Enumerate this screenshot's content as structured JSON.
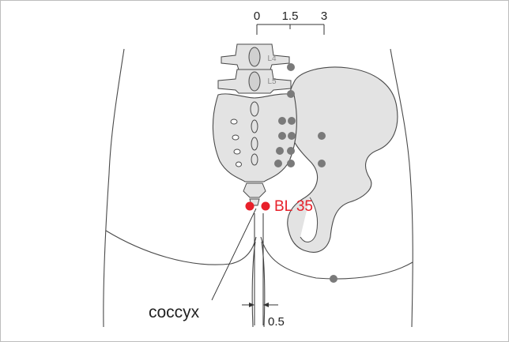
{
  "scale": {
    "labels": [
      "0",
      "1.5",
      "3"
    ]
  },
  "vertebrae": {
    "l4": "L4",
    "l5": "L5"
  },
  "point": {
    "label": "BL 35",
    "color": "#e8202a"
  },
  "annotations": {
    "coccyx": "coccyx",
    "offset": "0.5"
  },
  "colors": {
    "bone": "#e3e3e3",
    "outline": "#4a4a4a",
    "acupoint": "#7a7a7a"
  }
}
